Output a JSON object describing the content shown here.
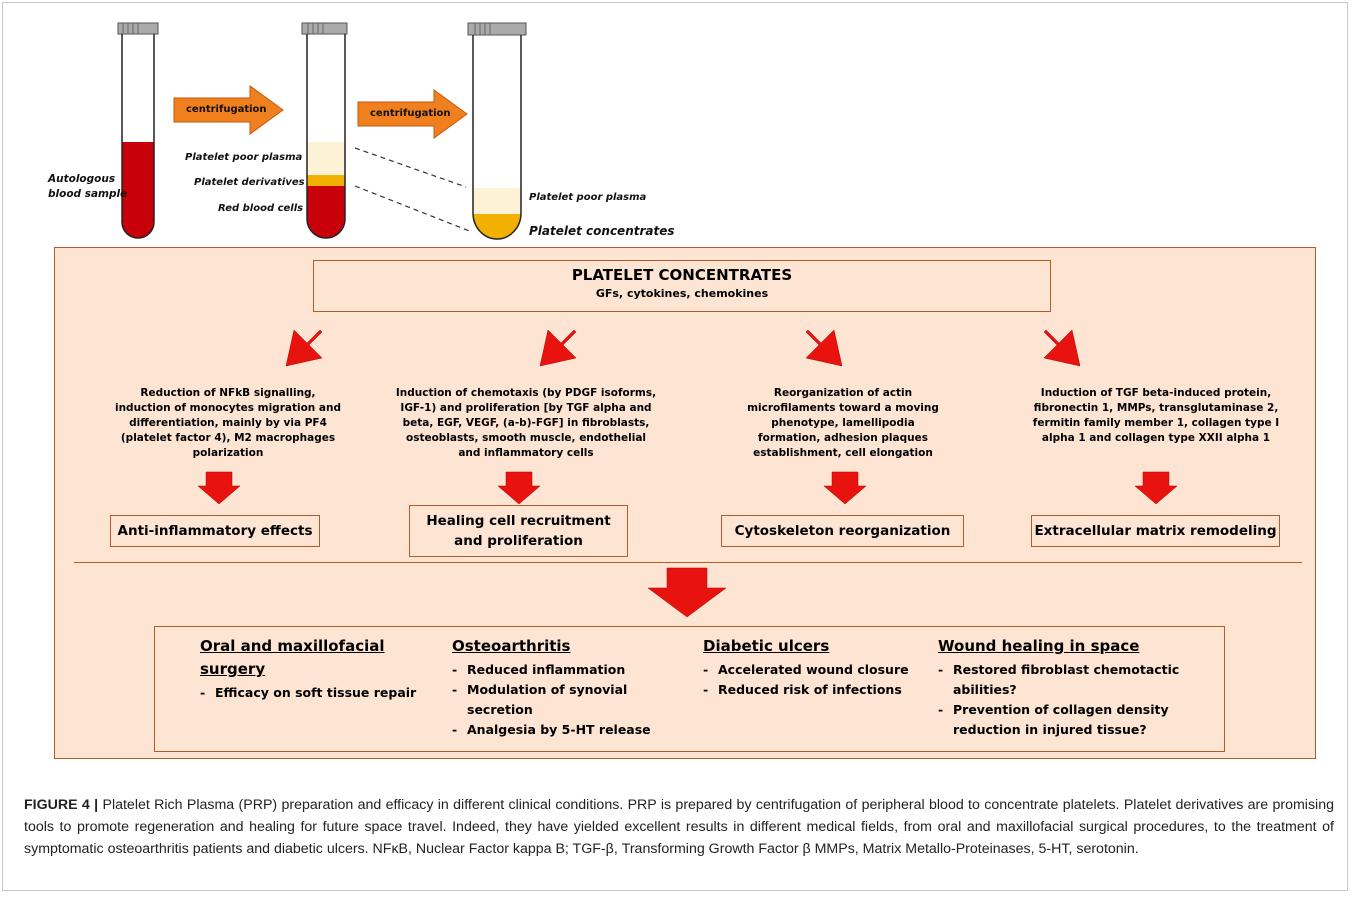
{
  "preparation": {
    "step1_label": "Autologous\nblood sample",
    "centrifugation_1": "centrifugation",
    "centrifugation_2": "centrifugation",
    "layer_labels": [
      "Platelet poor plasma",
      "Platelet derivatives",
      "Red blood cells"
    ],
    "final_labels": [
      "Platelet poor plasma",
      "Platelet concentrates"
    ],
    "colors": {
      "blood": "#c8000a",
      "plasma": "#fdf2d6",
      "derivative": "#f2b000",
      "arrow": "#f07f1e",
      "red_arrow": "#e8130f"
    }
  },
  "concentrates": {
    "title": "PLATELET CONCENTRATES",
    "subtitle": "GFs, cytokines, chemokines"
  },
  "mechanisms": [
    {
      "text": "Reduction of NFkB signalling,\ninduction of monocytes migration and\ndifferentiation, mainly by  via PF4\n(platelet factor 4), M2 macrophages\npolarization",
      "effect": "Anti-inflammatory effects"
    },
    {
      "text": "Induction of chemotaxis (by PDGF isoforms,\nIGF-1) and proliferation [by TGF alpha and\nbeta, EGF, VEGF, (a-b)-FGF] in fibroblasts,\nosteoblasts, smooth muscle, endothelial\nand inflammatory cells",
      "effect": "Healing cell recruitment\nand proliferation"
    },
    {
      "text": "Reorganization of actin\nmicrofilaments toward a moving\nphenotype, lamellipodia\nformation,  adhesion plaques\nestablishment, cell elongation",
      "effect": "Cytoskeleton reorganization"
    },
    {
      "text": "Induction of TGF beta-induced protein,\nfibronectin 1, MMPs, transglutaminase 2,\nfermitin family member 1, collagen type I\nalpha 1 and collagen type XXII alpha 1",
      "effect": "Extracellular matrix remodeling"
    }
  ],
  "clinical": [
    {
      "title": "Oral and maxillofacial\nsurgery",
      "items": [
        "Efficacy on soft tissue repair"
      ]
    },
    {
      "title": "Osteoarthritis",
      "items": [
        "Reduced inflammation",
        "Modulation of synovial\nsecretion",
        "Analgesia by 5-HT release"
      ]
    },
    {
      "title": "Diabetic ulcers",
      "items": [
        "Accelerated wound closure",
        "Reduced risk of infections"
      ]
    },
    {
      "title": "Wound healing in space",
      "items": [
        "Restored fibroblast chemotactic\nabilities?",
        "Prevention of collagen density\nreduction in injured tissue?"
      ]
    }
  ],
  "caption": {
    "label": "FIGURE 4 |",
    "text": "Platelet Rich Plasma (PRP) preparation and efficacy in different clinical conditions. PRP is prepared by centrifugation of peripheral blood to concentrate platelets. Platelet derivatives are promising tools to promote regeneration and healing for future space travel. Indeed, they have yielded excellent results in different medical fields, from oral and maxillofacial surgical procedures, to the treatment of symptomatic osteoarthritis patients and diabetic ulcers. NFκB, Nuclear Factor kappa B; TGF-β, Transforming Growth Factor β MMPs, Matrix Metallo-Proteinases, 5-HT, serotonin."
  }
}
